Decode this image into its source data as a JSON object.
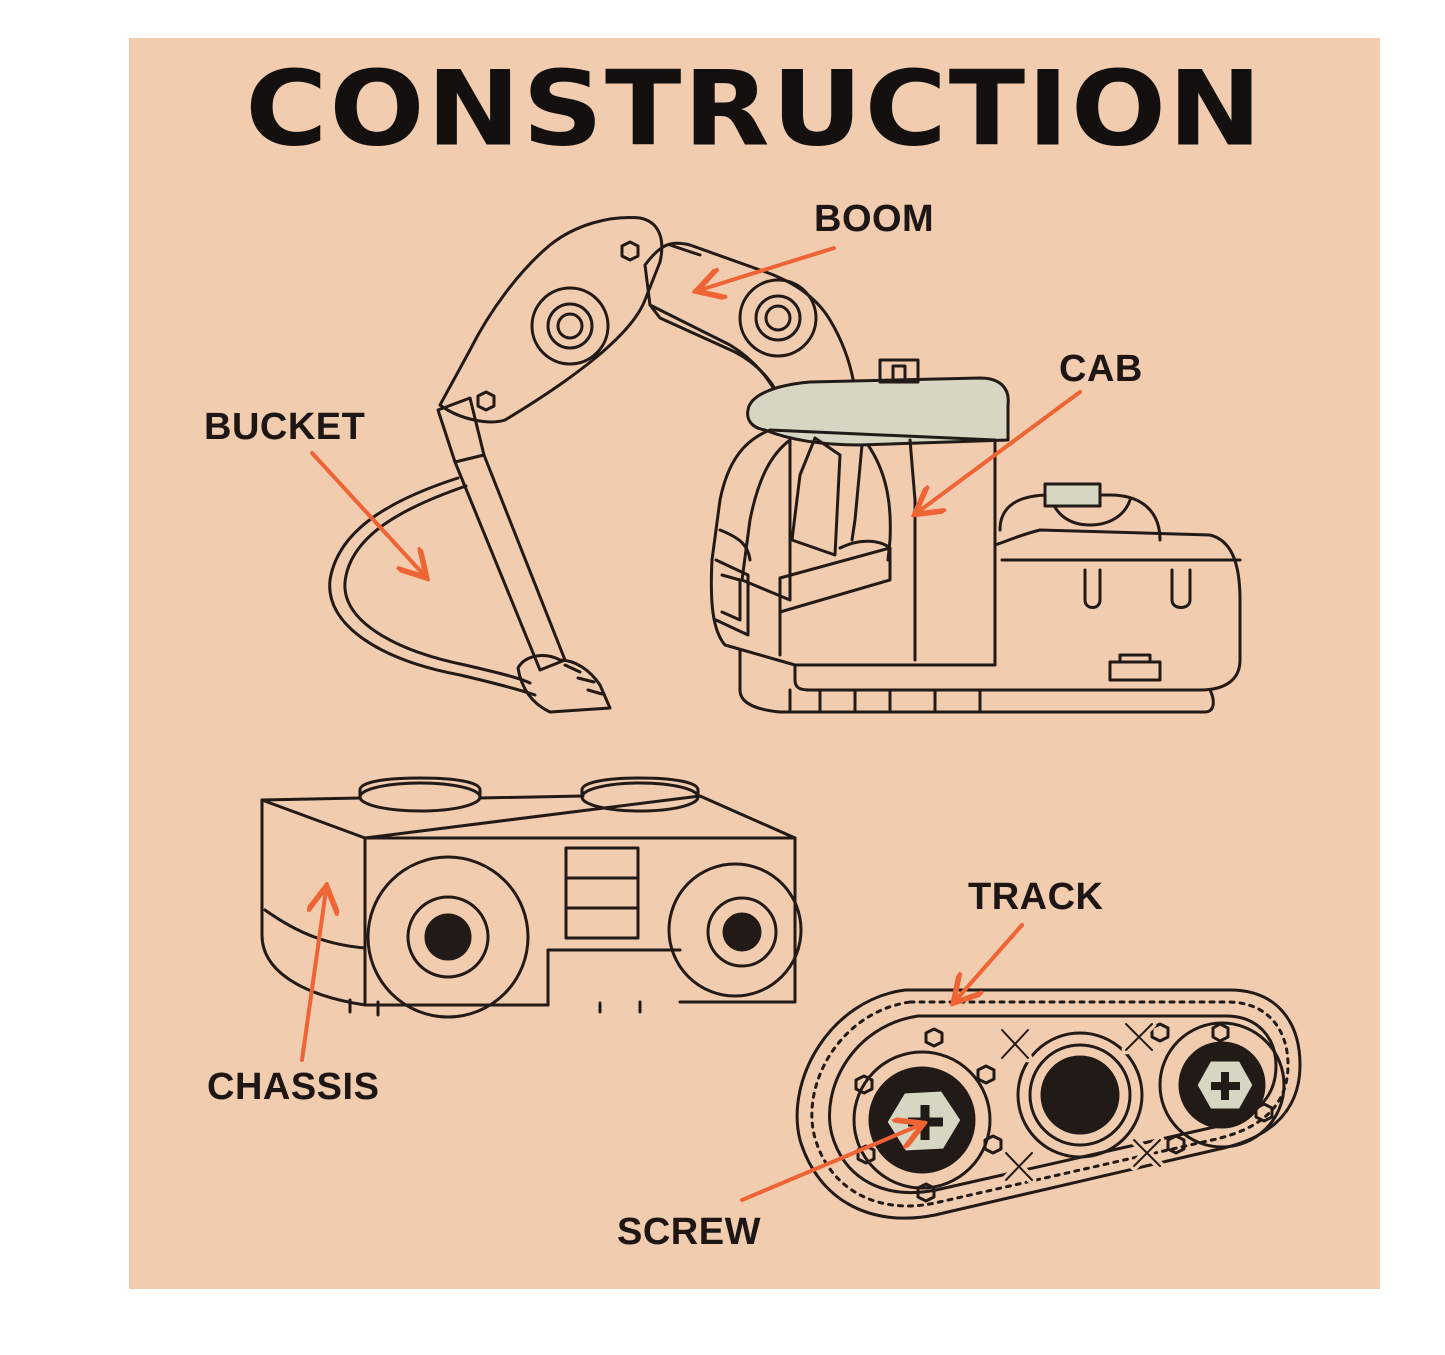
{
  "title": "CONSTRUCTION",
  "labels": {
    "boom": "BOOM",
    "cab": "CAB",
    "bucket": "BUCKET",
    "chassis": "CHASSIS",
    "track": "TRACK",
    "screw": "SCREW"
  },
  "colors": {
    "background": "#f1ccaf",
    "line": "#221a17",
    "arrow": "#ef6434",
    "canopy": "#d6d6c2"
  }
}
